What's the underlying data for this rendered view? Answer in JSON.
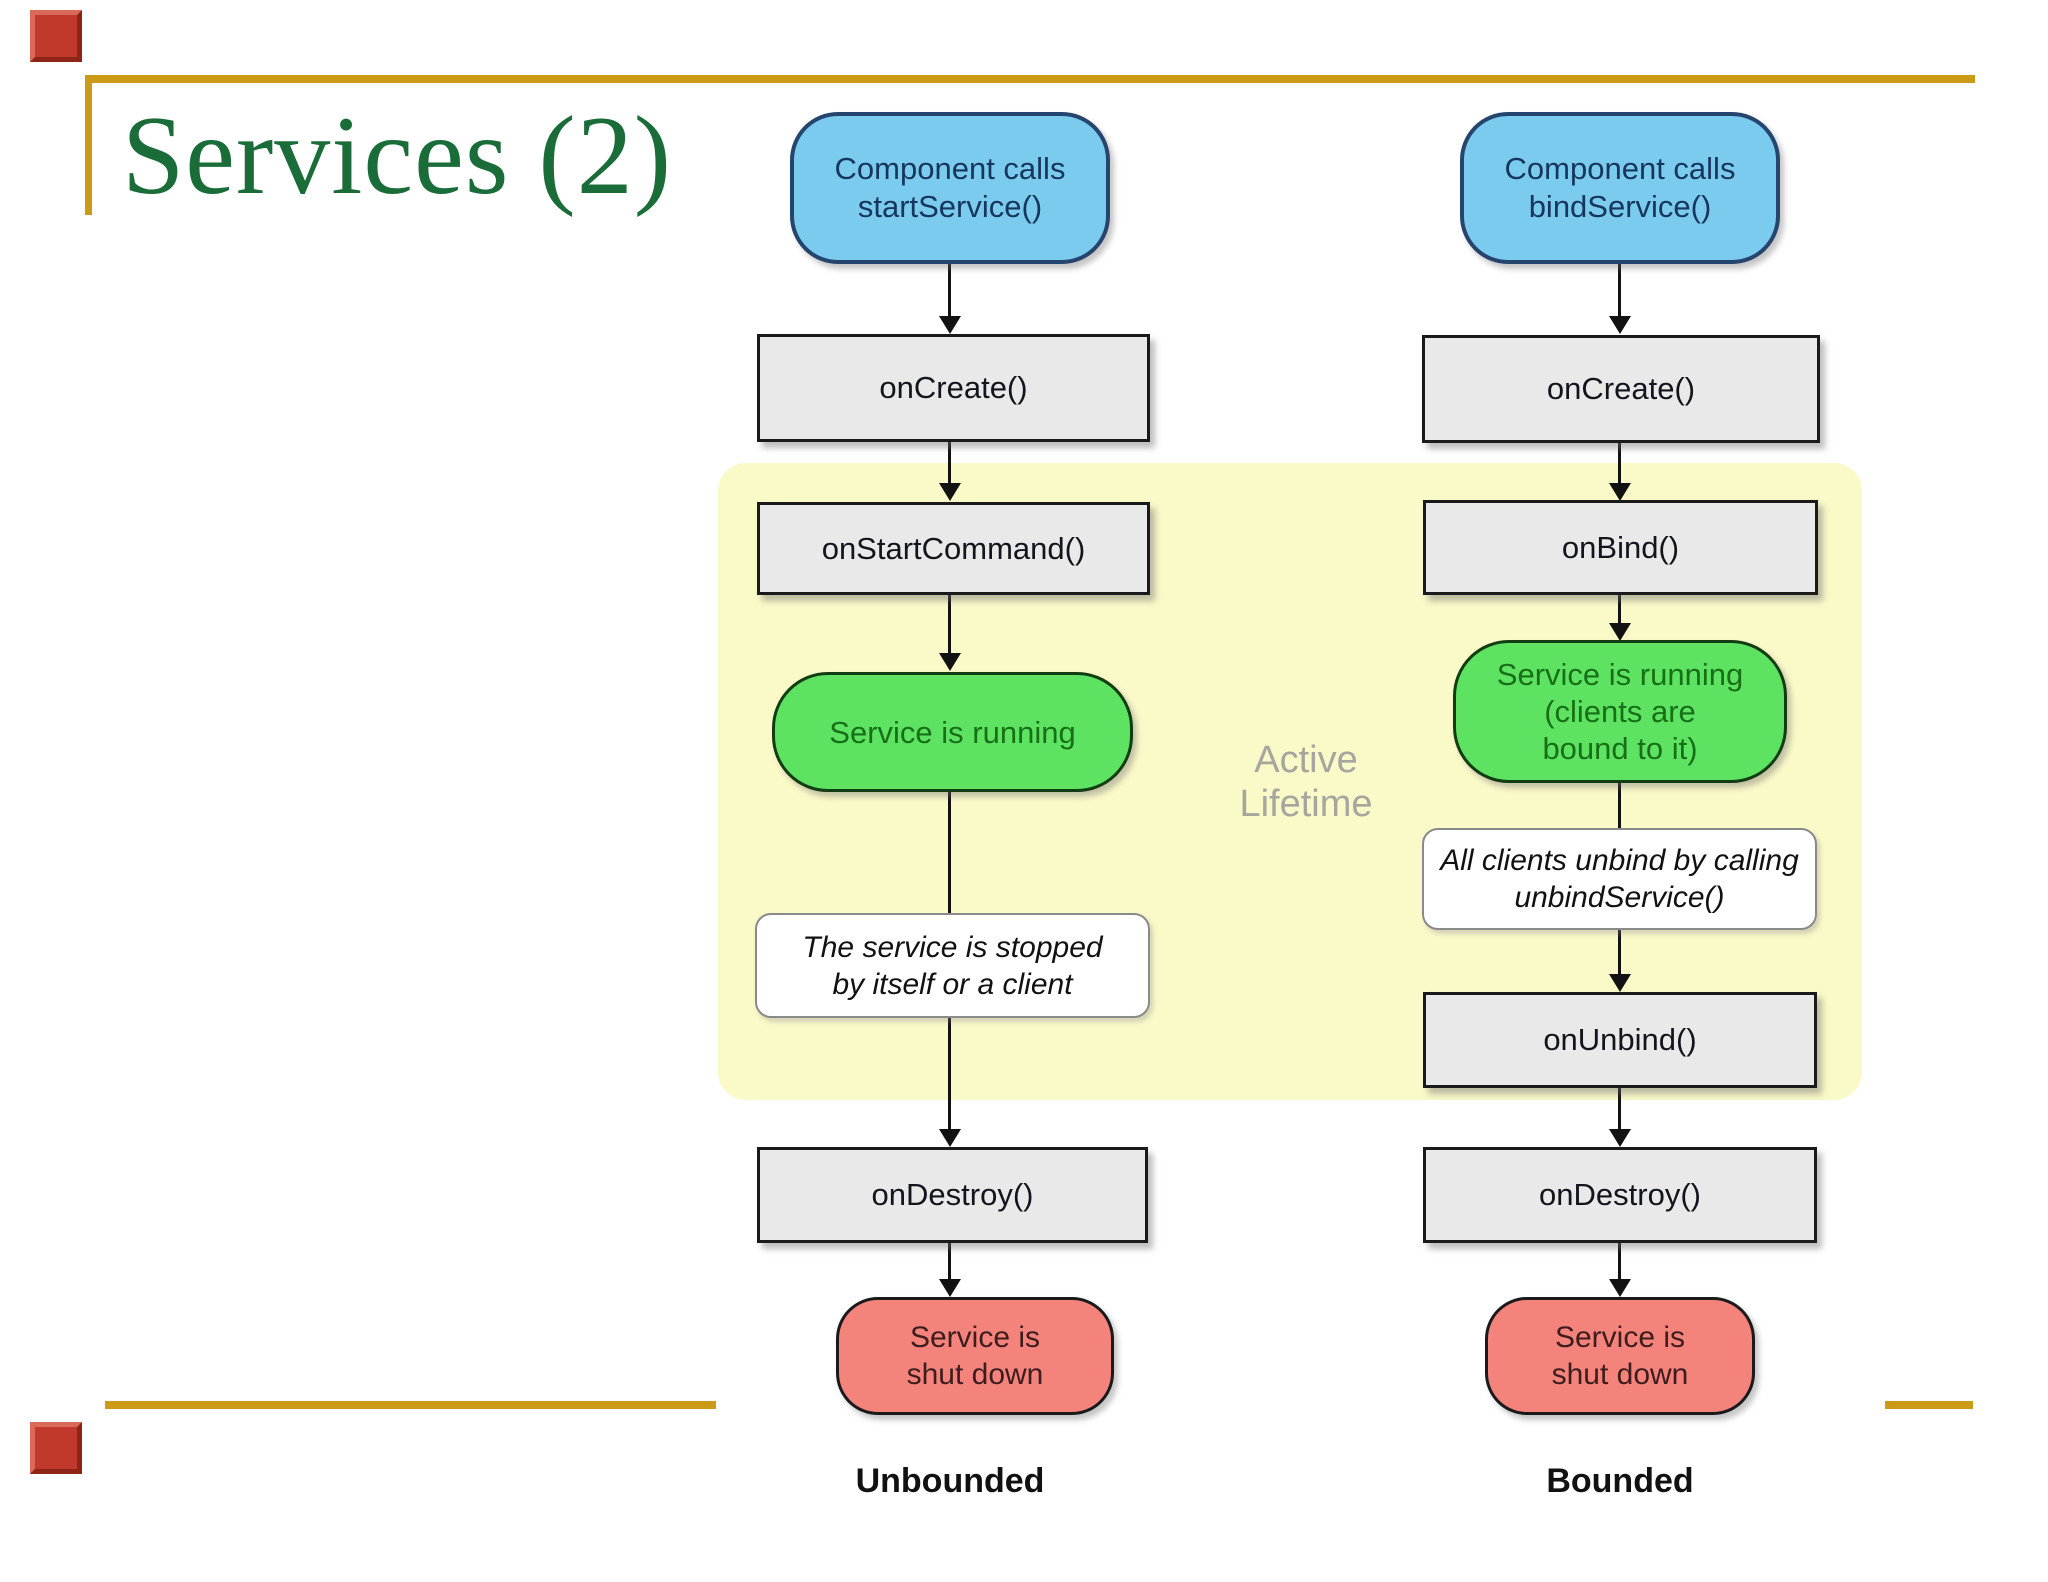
{
  "slide": {
    "title": "Services (2)"
  },
  "diagram": {
    "active_lifetime_label": "Active\nLifetime",
    "columns": {
      "unbounded": {
        "trigger": "Component calls\nstartService()",
        "on_create": "onCreate()",
        "on_start_command": "onStartCommand()",
        "running": "Service is running",
        "note": "The service is stopped\nby itself or a client",
        "on_destroy": "onDestroy()",
        "shutdown": "Service is\nshut down",
        "label": "Unbounded"
      },
      "bounded": {
        "trigger": "Component calls\nbindService()",
        "on_create": "onCreate()",
        "on_bind": "onBind()",
        "running": "Service is running\n(clients are\nbound to it)",
        "note": "All clients unbind by calling\nunbindService()",
        "on_unbind": "onUnbind()",
        "on_destroy": "onDestroy()",
        "shutdown": "Service is\nshut down",
        "label": "Bounded"
      }
    }
  },
  "colors": {
    "accent_gold": "#cb9a16",
    "title_green": "#1a6c39",
    "decor_red": "#c0392b",
    "region_yellow": "#faf9c8",
    "node_blue_fill": "#7acbee",
    "node_blue_text": "#17365d",
    "node_green_fill": "#5de361",
    "node_green_text": "#177017",
    "node_red_fill": "#f4837c",
    "node_gray_fill": "#e9e9e9",
    "label_gray": "#a6a69e"
  }
}
